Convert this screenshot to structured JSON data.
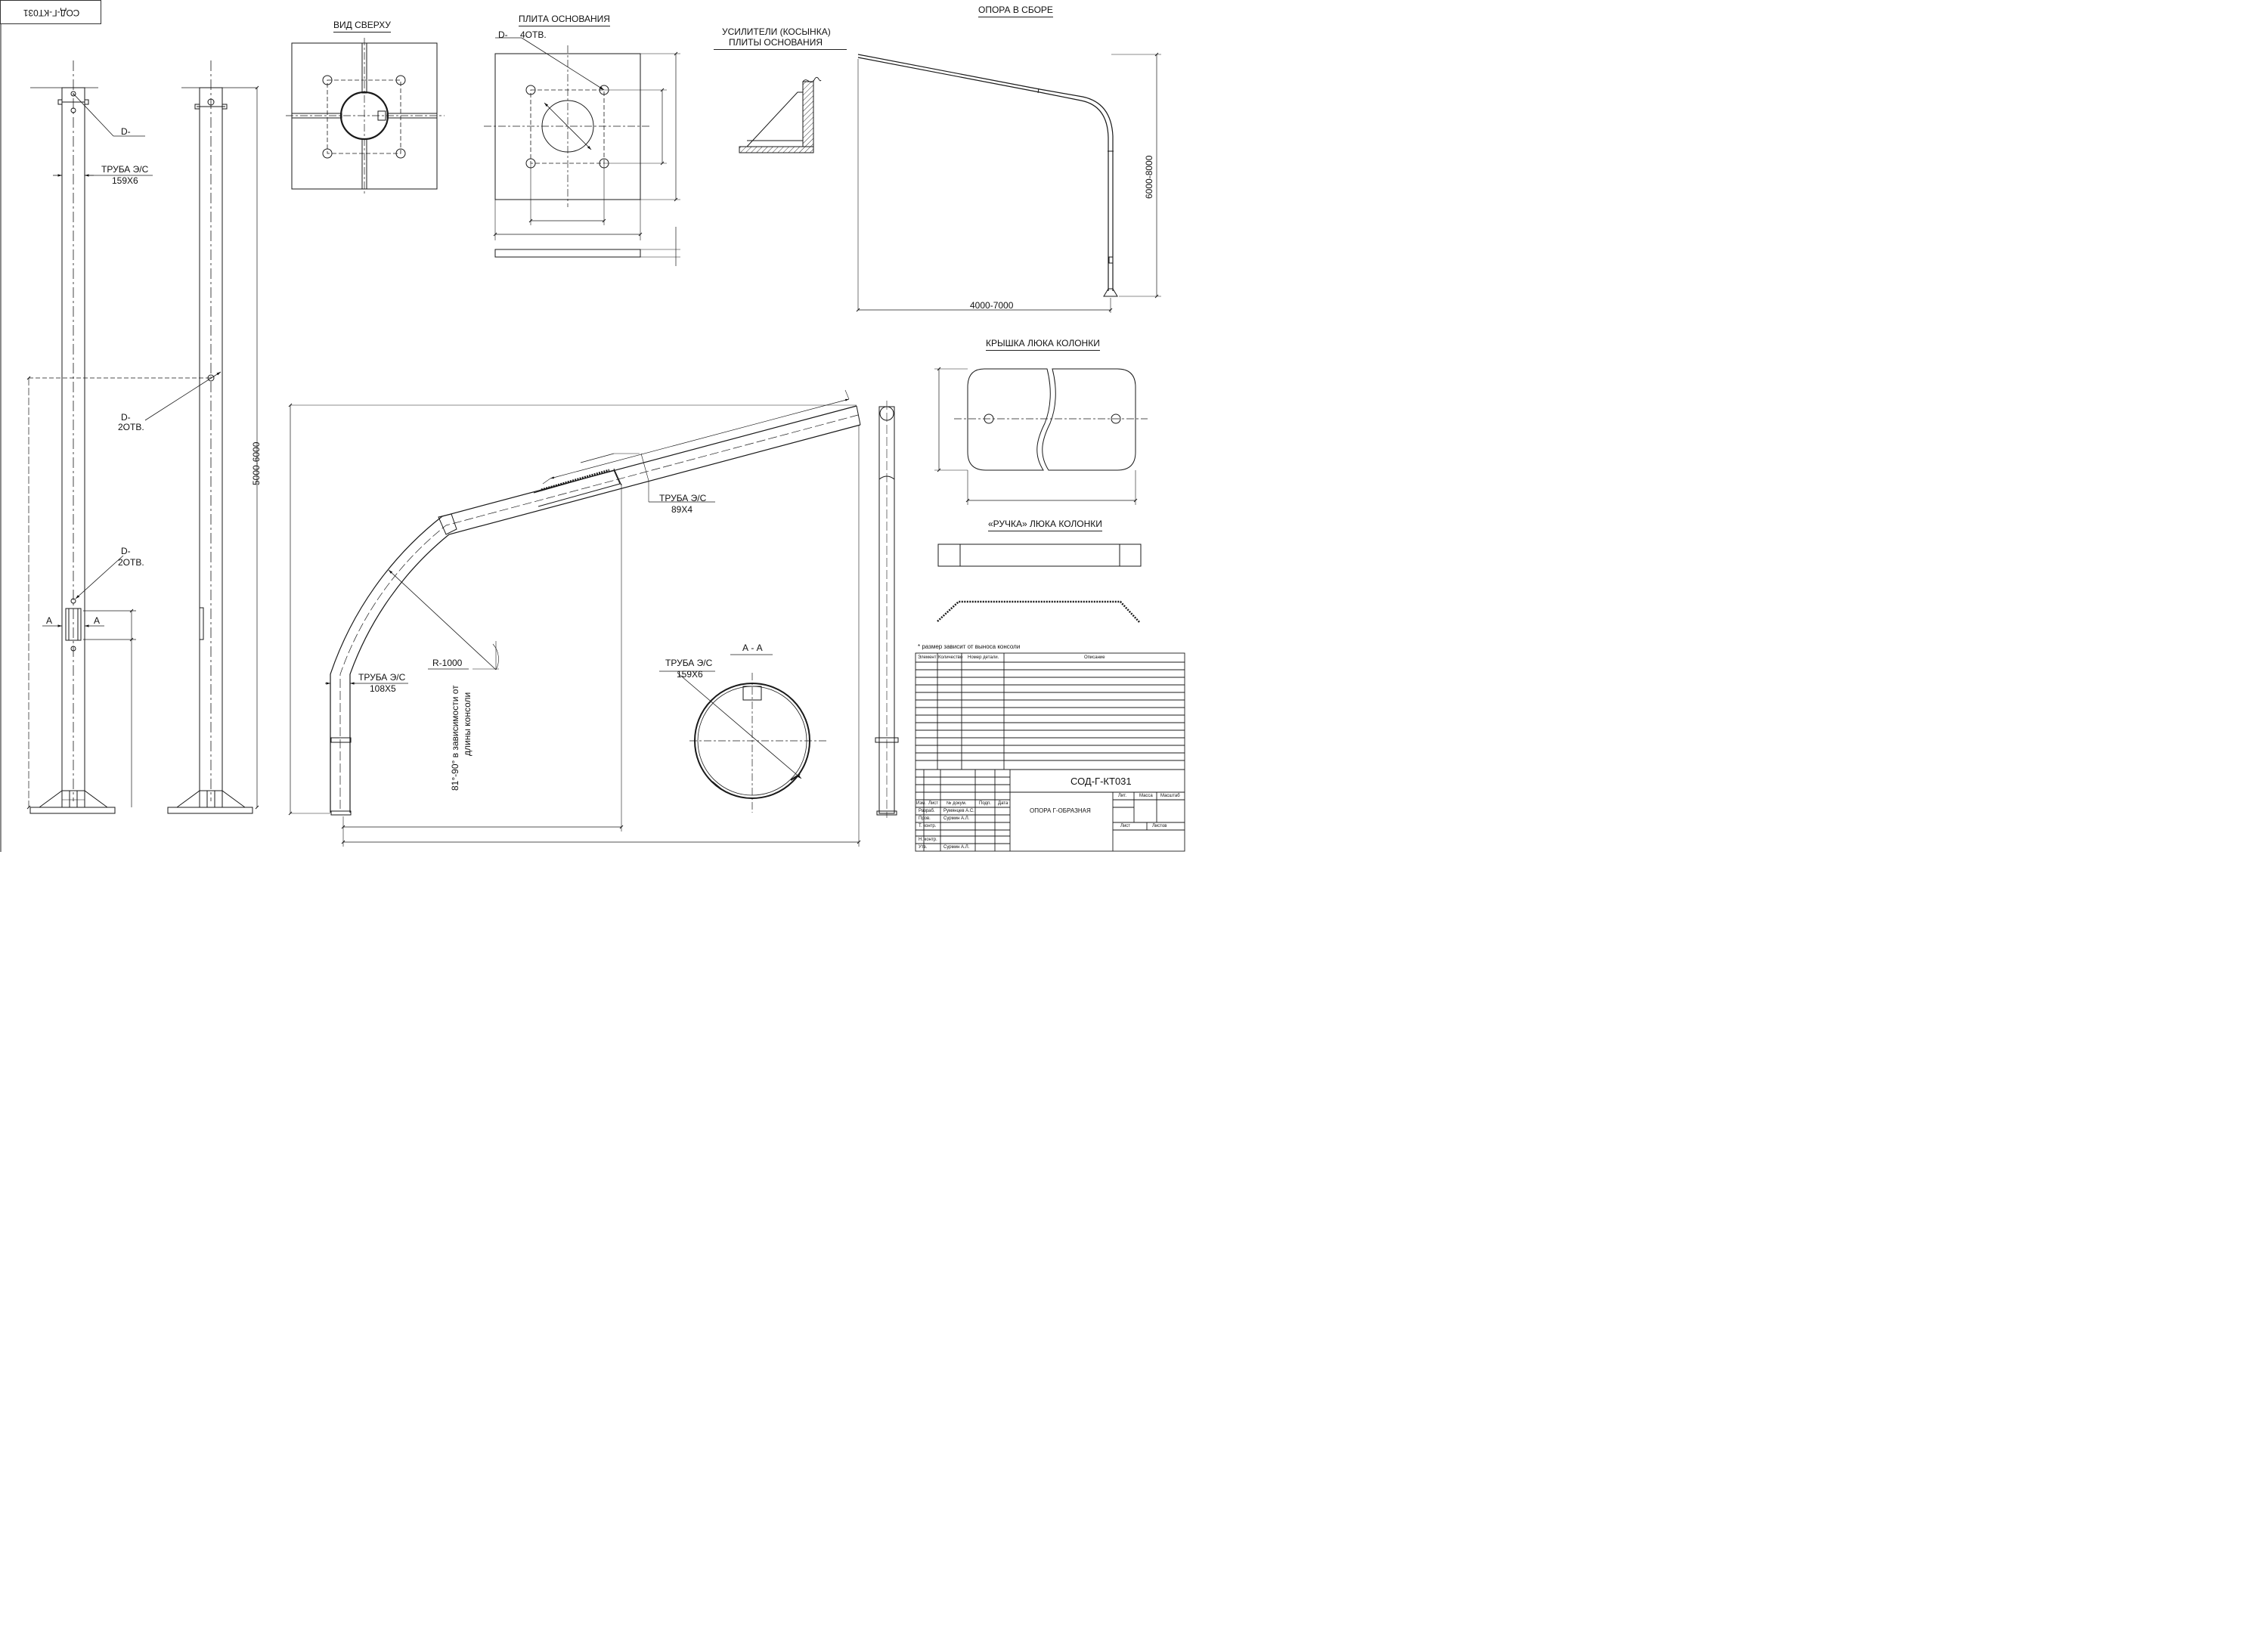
{
  "stamp": "СОД-Г-КТ031",
  "views": {
    "top_view": "ВИД СВЕРХУ",
    "base_plate": "ПЛИТА ОСНОВАНИЯ",
    "gussets_line1": "УСИЛИТЕЛИ (КОСЫНКА)",
    "gussets_line2": "ПЛИТЫ ОСНОВАНИЯ",
    "assembly": "ОПОРА В СБОРЕ",
    "hatch_cover": "КРЫШКА ЛЮКА КОЛОНКИ",
    "hatch_handle": "«РУЧКА» ЛЮКА КОЛОНКИ",
    "section": "А - А"
  },
  "labels": {
    "d_top": "D-",
    "pipe_main_line1": "ТРУБА Э/С",
    "pipe_main_line2": "159Х6",
    "d_mid_line1": "D-",
    "d_mid_line2": "2ОТВ.",
    "d_low_line1": "D-",
    "d_low_line2": "2ОТВ.",
    "section_mark": "А",
    "height_column": "5000-6000",
    "plate_holes_d": "D-",
    "plate_holes_n": "4ОТВ.",
    "height_total": "6000-8000",
    "reach": "4000-7000",
    "pipe_arm_line1": "ТРУБА Э/С",
    "pipe_arm_line2": "89Х4",
    "pipe_bend_line1": "ТРУБА Э/С",
    "pipe_bend_line2": "108Х5",
    "radius": "R-1000",
    "angle_line1": "81°-90° в зависимости от",
    "angle_line2": "длины консоли",
    "section_pipe_line1": "ТРУБА Э/С",
    "section_pipe_line2": "159Х6"
  },
  "title_block": {
    "note": "* размер зависит от выноса консоли",
    "spec_headers": [
      "Элемент",
      "Количество",
      "Номер детали.",
      "Описание"
    ],
    "code": "СОД-Г-КТ031",
    "name": "ОПОРА Г-ОБРАЗНАЯ",
    "col_headers": [
      "Изм.",
      "Лист",
      "№ докум.",
      "Подп.",
      "Дата"
    ],
    "rows": [
      {
        "role": "Разраб.",
        "name": "Румянцев А.С."
      },
      {
        "role": "Пров.",
        "name": "Сурмин А.Л."
      },
      {
        "role": "Т. контр.",
        "name": ""
      },
      {
        "role": "",
        "name": ""
      },
      {
        "role": "Н. контр.",
        "name": ""
      },
      {
        "role": "Утв.",
        "name": "Сурмин А.Л."
      }
    ],
    "lit": "Лит.",
    "mass": "Масса",
    "scale": "Масштаб",
    "sheet": "Лист",
    "sheets": "Листов"
  }
}
